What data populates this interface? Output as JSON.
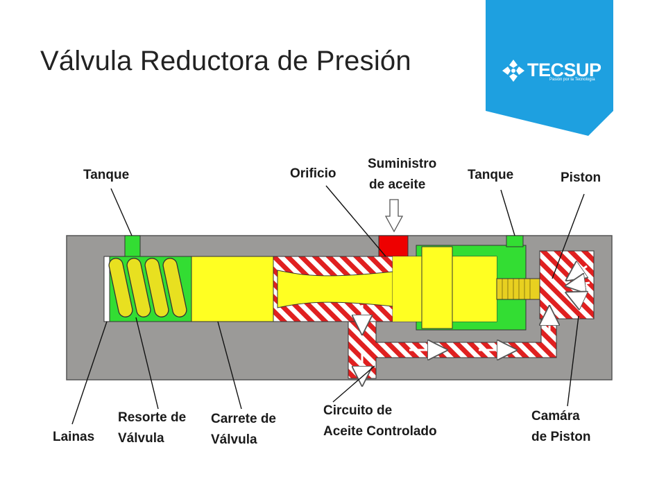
{
  "slide": {
    "title": "Válvula Reductora de Presión"
  },
  "brand": {
    "name": "TECSUP",
    "tagline": "Pasión por la Tecnología",
    "color": "#1ea0e0"
  },
  "colors": {
    "body": "#9b9a98",
    "tank": "#33dd33",
    "spool": "#ffff22",
    "pressure_stripe": "#e02020",
    "supply": "#ee0000"
  },
  "labels": {
    "tanque_left": "Tanque",
    "orificio": "Orificio",
    "suministro_1": "Suministro",
    "suministro_2": "de aceite",
    "tanque_right": "Tanque",
    "piston": "Piston",
    "lainas": "Lainas",
    "resorte_1": "Resorte de",
    "resorte_2": "Válvula",
    "carrete_1": "Carrete de",
    "carrete_2": "Válvula",
    "circuito_1": "Circuito de",
    "circuito_2": "Aceite Controlado",
    "camara_1": "Camára",
    "camara_2": "de Piston"
  }
}
